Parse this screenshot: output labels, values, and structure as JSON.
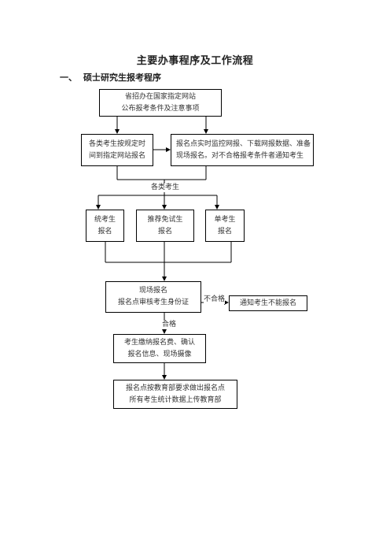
{
  "title": "主要办事程序及工作流程",
  "section": {
    "number": "一、",
    "heading": "硕士研究生报考程序"
  },
  "flow": {
    "publish": [
      "省招办在国家指定网站",
      "公布报考条件及注意事项"
    ],
    "register_online": [
      "各类考生按规定时",
      "间到指定网站报名"
    ],
    "monitor": [
      "报名点实时监控网报、下载网报数据、准备",
      "现场报名。对不合格报考条件者通知考生"
    ],
    "all_candidates_label": "各类考生",
    "type_unified": [
      "统考生",
      "报名"
    ],
    "type_recommended": [
      "推荐免试生",
      "报名"
    ],
    "type_single": [
      "单考生",
      "报名"
    ],
    "onsite": [
      "现场报名",
      "报名点审核考生身份证"
    ],
    "fail_label": "不合格",
    "notify_fail": "通知考生不能报名",
    "pass_label": "合格",
    "fee": [
      "考生缴纳报名费、确认",
      "报名信息、现场摄像"
    ],
    "upload": [
      "报名点按教育部要求做出报名点",
      "所有考生统计数据上传教育部"
    ]
  }
}
